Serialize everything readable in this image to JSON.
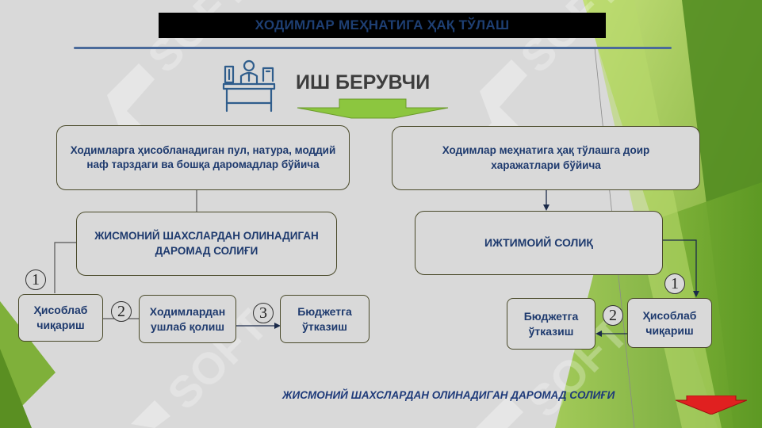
{
  "slide": {
    "title": "ХОДИМЛАР МЕҲНАТИГА ҲАҚ ТЎЛАШ",
    "employer_label": "ИШ БЕРУВЧИ",
    "watermark_text": "SOFT",
    "footer_caption": "ЖИСМОНИЙ ШАХСЛАРДАН ОЛИНАДИГАН ДАРОМАД СОЛИҒИ"
  },
  "left_branch": {
    "source_box": "Ходимларга ҳисобланадиган пул, натура, моддий наф тарздаги ва бошқа даромадлар бўйича",
    "tax_box": "ЖИСМОНИЙ ШАХСЛАРДАН ОЛИНАДИГАН ДАРОМАД СОЛИҒИ",
    "steps": [
      {
        "number": "1",
        "label": "Ҳисоблаб чиқариш"
      },
      {
        "number": "2",
        "label": "Ходимлардан ушлаб қолиш"
      },
      {
        "number": "3",
        "label": "Бюджетга ўтказиш"
      }
    ]
  },
  "right_branch": {
    "source_box": "Ходимлар меҳнатига ҳақ тўлашга доир харажатлари бўйича",
    "tax_box": "ИЖТИМОИЙ СОЛИҚ",
    "steps": [
      {
        "number": "1",
        "label": "Ҳисоблаб чиқариш"
      },
      {
        "number": "2",
        "label": "Бюджетга ўтказиш"
      }
    ]
  },
  "colors": {
    "background": "#d9d9d9",
    "green_accent": "#7fb03a",
    "box_text": "#1e3a6e",
    "title_text": "#1e3f73",
    "next_arrow": "#e02020"
  }
}
